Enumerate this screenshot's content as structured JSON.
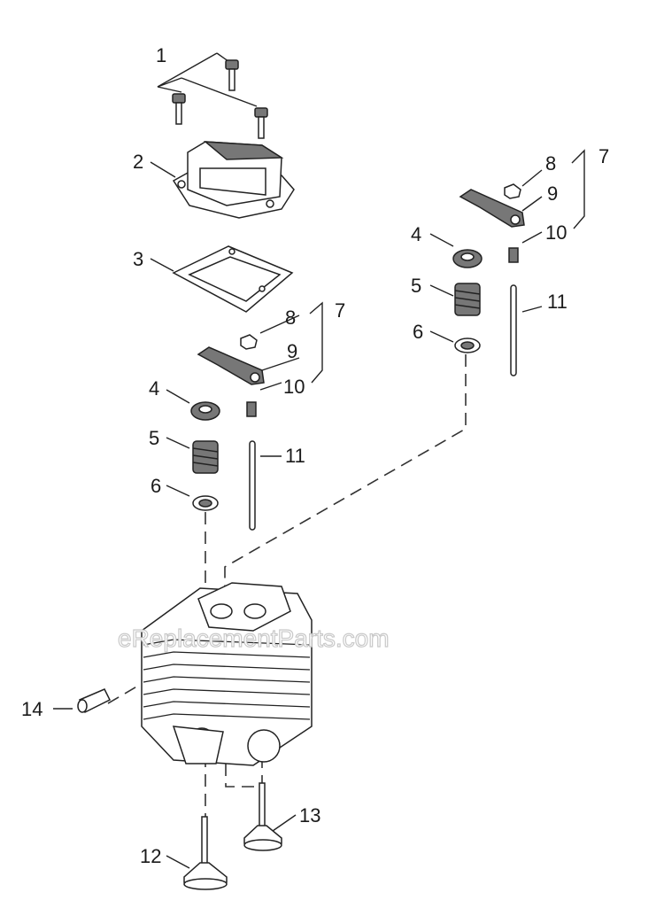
{
  "callouts": {
    "c1": "1",
    "c2": "2",
    "c3": "3",
    "l4": "4",
    "l5": "5",
    "l6": "6",
    "l7": "7",
    "l8": "8",
    "l9": "9",
    "l10": "10",
    "l11": "11",
    "r4": "4",
    "r5": "5",
    "r6": "6",
    "r7": "7",
    "r8": "8",
    "r9": "9",
    "r10": "10",
    "r11": "11",
    "c12": "12",
    "c13": "13",
    "c14": "14"
  },
  "watermark": "eReplacementParts.com",
  "icons": [
    "bolt",
    "valve-cover",
    "gasket",
    "spring-retainer",
    "valve-spring",
    "spring-seat",
    "nut",
    "rocker-arm",
    "pivot-stud",
    "push-rod",
    "cylinder-head",
    "valve",
    "dowel-pin"
  ]
}
